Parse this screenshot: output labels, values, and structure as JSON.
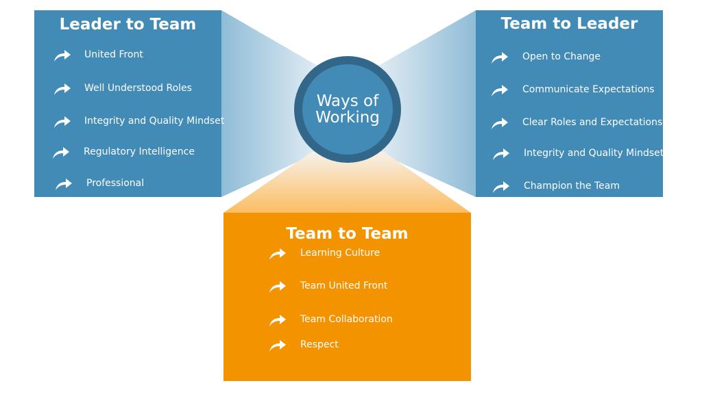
{
  "center": {
    "line1": "Ways of",
    "line2": "Working"
  },
  "leader_to_team": {
    "title": "Leader to Team",
    "items": [
      "United Front",
      "Well Understood Roles",
      "Integrity and Quality Mindset",
      "Regulatory Intelligence",
      "Professional"
    ]
  },
  "team_to_leader": {
    "title": "Team to Leader",
    "items": [
      "Open to Change",
      "Communicate Expectations",
      "Clear Roles and Expectations",
      "Integrity and Quality Mindset",
      "Champion the Team"
    ]
  },
  "team_to_team": {
    "title": "Team to Team",
    "items": [
      "Learning Culture",
      "Team United Front",
      "Team Collaboration",
      "Respect"
    ]
  },
  "colors": {
    "blue": "#428bb7",
    "ring": "#33678a",
    "orange": "#f49300"
  }
}
